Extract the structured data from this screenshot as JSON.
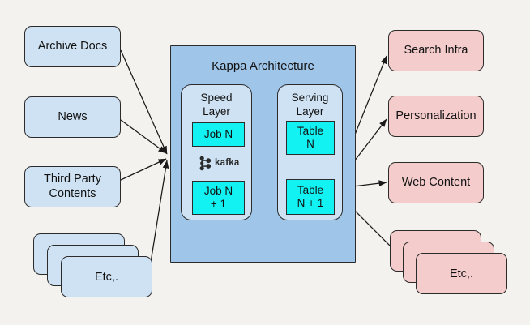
{
  "diagram": {
    "title": "Kappa Architecture",
    "background_color": "#f4f2ee",
    "source_fill": "#cfe2f3",
    "sink_fill": "#f4cccc",
    "kappa_fill": "#9fc5e8",
    "layer_fill": "#cfe2f3",
    "job_table_fill": "#12f2f2",
    "stroke_color": "#2b2b2b"
  },
  "sources": [
    {
      "label": "Archive Docs"
    },
    {
      "label": "News"
    },
    {
      "label": "Third Party\nContents"
    },
    {
      "label": "Etc,."
    }
  ],
  "kappa": {
    "title": "Kappa Architecture",
    "speed_layer": {
      "title": "Speed\nLayer",
      "jobs": [
        {
          "label": "Job N"
        },
        {
          "label": "Job N\n+ 1"
        }
      ],
      "bus": {
        "name": "kafka-logo",
        "wordmark": "kafka"
      }
    },
    "serving_layer": {
      "title": "Serving\nLayer",
      "tables": [
        {
          "label": "Table\nN"
        },
        {
          "label": "Table\nN + 1"
        }
      ]
    }
  },
  "sinks": [
    {
      "label": "Search Infra"
    },
    {
      "label": "Personalization"
    },
    {
      "label": "Web Content"
    },
    {
      "label": "Etc,."
    }
  ]
}
